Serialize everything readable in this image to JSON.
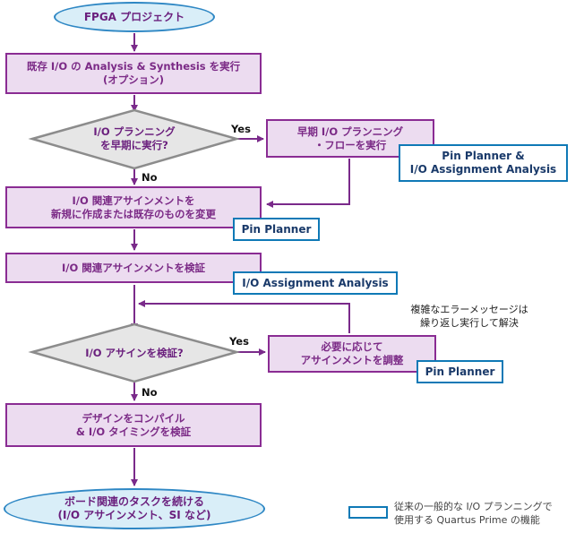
{
  "start": "FPGA プロジェクト",
  "step_analysis": "既存 I/O の Analysis & Synthesis を実行\n(オプション)",
  "decision_early": "I/O プランニング\nを早期に実行?",
  "yes_label_1": "Yes",
  "no_label_1": "No",
  "step_early_flow": "早期 I/O プランニング\n・フローを実行",
  "tool_early": "Pin Planner &\nI/O Assignment Analysis",
  "step_create": "I/O 関連アサインメントを\n新規に作成または既存のものを変更",
  "tool_create": "Pin Planner",
  "step_verify": "I/O 関連アサインメントを検証",
  "tool_verify": "I/O Assignment Analysis",
  "note_loop": "複雑なエラーメッセージは\n繰り返し実行して解決",
  "decision_verify": "I/O アサインを検証?",
  "yes_label_2": "Yes",
  "no_label_2": "No",
  "step_adjust": "必要に応じて\nアサインメントを調整",
  "tool_adjust": "Pin Planner",
  "step_compile": "デザインをコンパイル\n& I/O タイミングを検証",
  "end": "ボード関連のタスクを続ける\n(I/O アサインメント、SI など)",
  "legend_text": "従来の一般的な I/O プランニングで\n使用する Quartus Prime の機能",
  "colors": {
    "process_fill": "#ecdcf0",
    "process_border": "#8a2c93",
    "terminal_fill": "#d9eef8",
    "terminal_border": "#2e87c4",
    "tool_border": "#0f79b6",
    "decision_fill": "#e6e6e6",
    "connector": "#7a2a8a"
  }
}
